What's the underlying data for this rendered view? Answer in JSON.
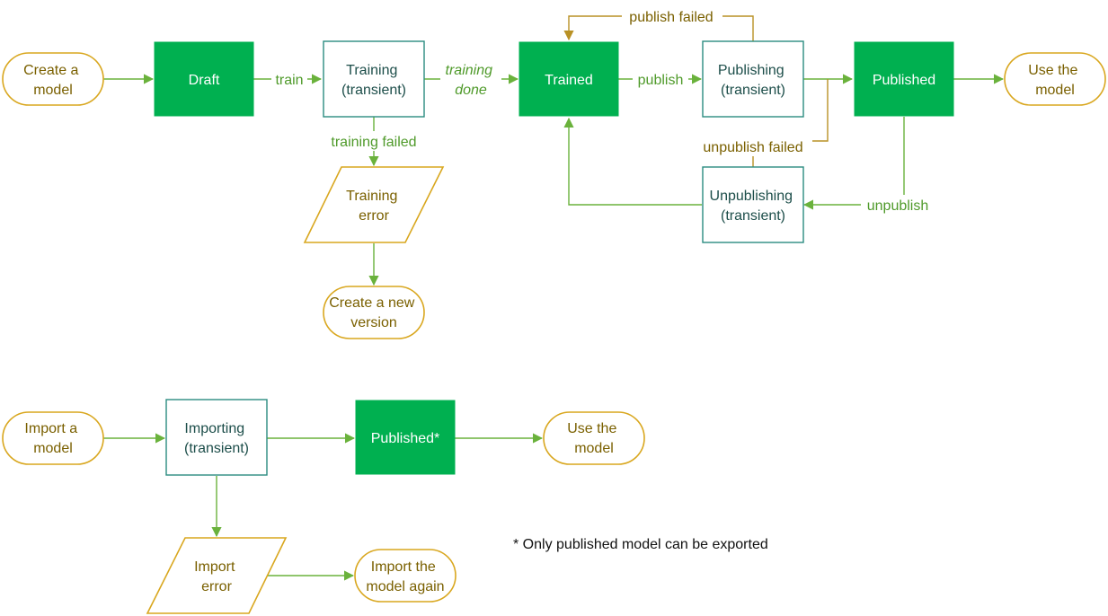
{
  "colors": {
    "terminal_border": "#d9a71f",
    "process_border": "#2a8c80",
    "state_fill": "#00b050",
    "arrow_green": "#6ab23c",
    "arrow_gold": "#b99125",
    "label_gold": "#7a6000",
    "label_green": "#4f9a2a"
  },
  "nodes": {
    "create_model": [
      "Create a",
      "model"
    ],
    "draft": [
      "Draft"
    ],
    "training": [
      "Training",
      "(transient)"
    ],
    "trained": [
      "Trained"
    ],
    "publishing": [
      "Publishing",
      "(transient)"
    ],
    "published": [
      "Published"
    ],
    "use_model_top": [
      "Use the",
      "model"
    ],
    "training_error": [
      "Training",
      "error"
    ],
    "create_new_version": [
      "Create a new",
      "version"
    ],
    "unpublishing": [
      "Unpublishing",
      "(transient)"
    ],
    "import_model": [
      "Import a",
      "model"
    ],
    "importing": [
      "Importing",
      "(transient)"
    ],
    "published_star": [
      "Published*"
    ],
    "use_model_bottom": [
      "Use the",
      "model"
    ],
    "import_error": [
      "Import",
      "error"
    ],
    "import_again": [
      "Import the",
      "model again"
    ]
  },
  "edge_labels": {
    "train": "train",
    "training_done": [
      "training",
      "done"
    ],
    "publish": "publish",
    "publish_failed": "publish failed",
    "training_failed": "training failed",
    "unpublish_failed": "unpublish failed",
    "unpublish": "unpublish"
  },
  "note": "* Only published model can be exported"
}
